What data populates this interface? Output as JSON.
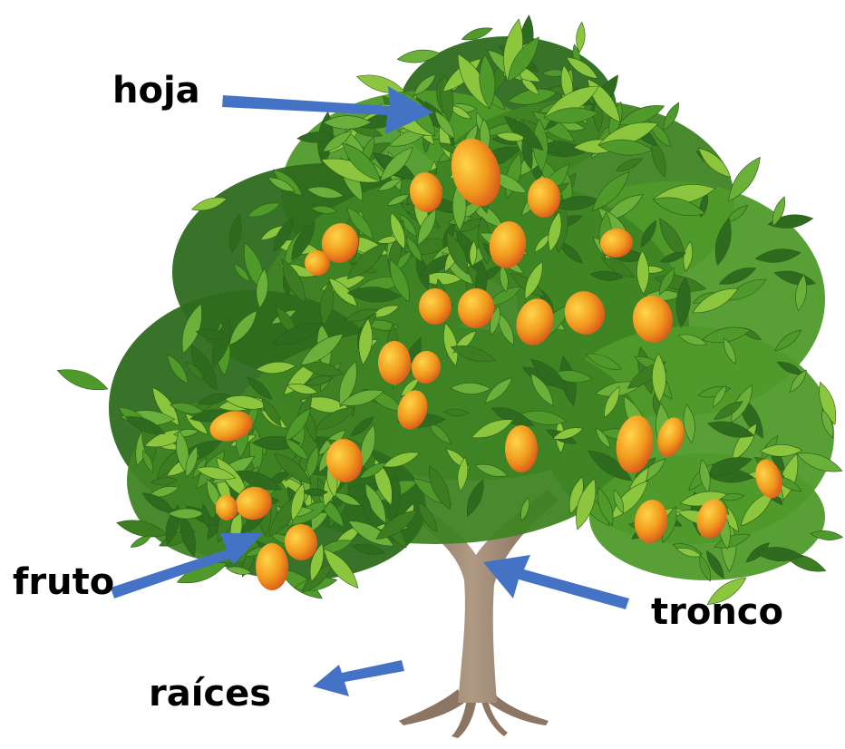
{
  "labels": {
    "leaf": "hoja",
    "fruit": "fruto",
    "trunk": "tronco",
    "roots": "raíces"
  },
  "colors": {
    "arrow": "#4472C4",
    "label_text": "#000000",
    "leaf_dark": "#2e6b1e",
    "leaf_mid": "#4f9a2a",
    "leaf_light": "#8cc63f",
    "fruit_orange": "#f0a020",
    "fruit_red": "#d9531e",
    "trunk": "#9a8470"
  }
}
